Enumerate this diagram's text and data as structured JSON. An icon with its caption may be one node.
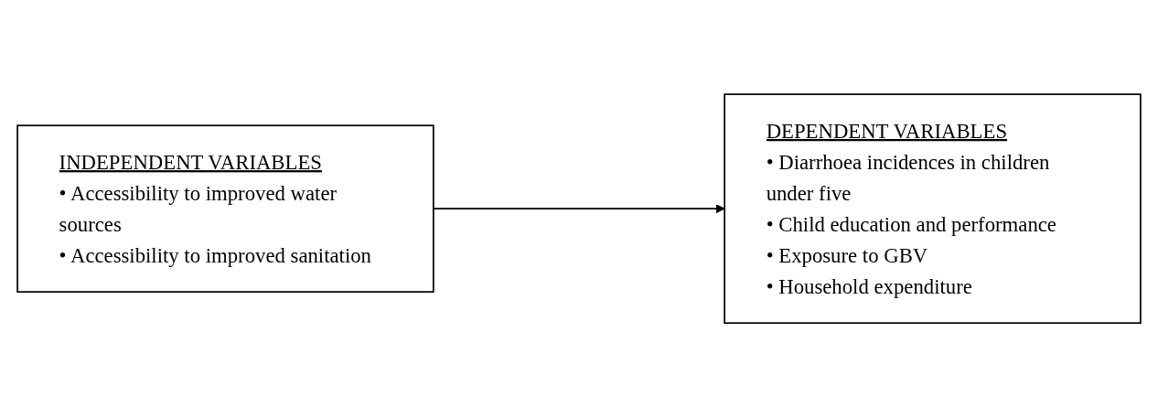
{
  "diagram": {
    "nodes": [
      {
        "text": [
          "INDEPENDENT VARIABLES",
          "• Accessibility to improved water sources",
          "• Accessibility to improved sanitation"
        ]
      },
      {
        "text": [
          "DEPENDENT VARIABLES",
          "• Diarrhoea incidences in children under five",
          "• Child education and performance",
          "• Exposure to GBV",
          "• Household expenditure"
        ]
      }
    ],
    "edges": [
      {
        "from": 0,
        "to": 1,
        "arrow": "to"
      }
    ]
  }
}
